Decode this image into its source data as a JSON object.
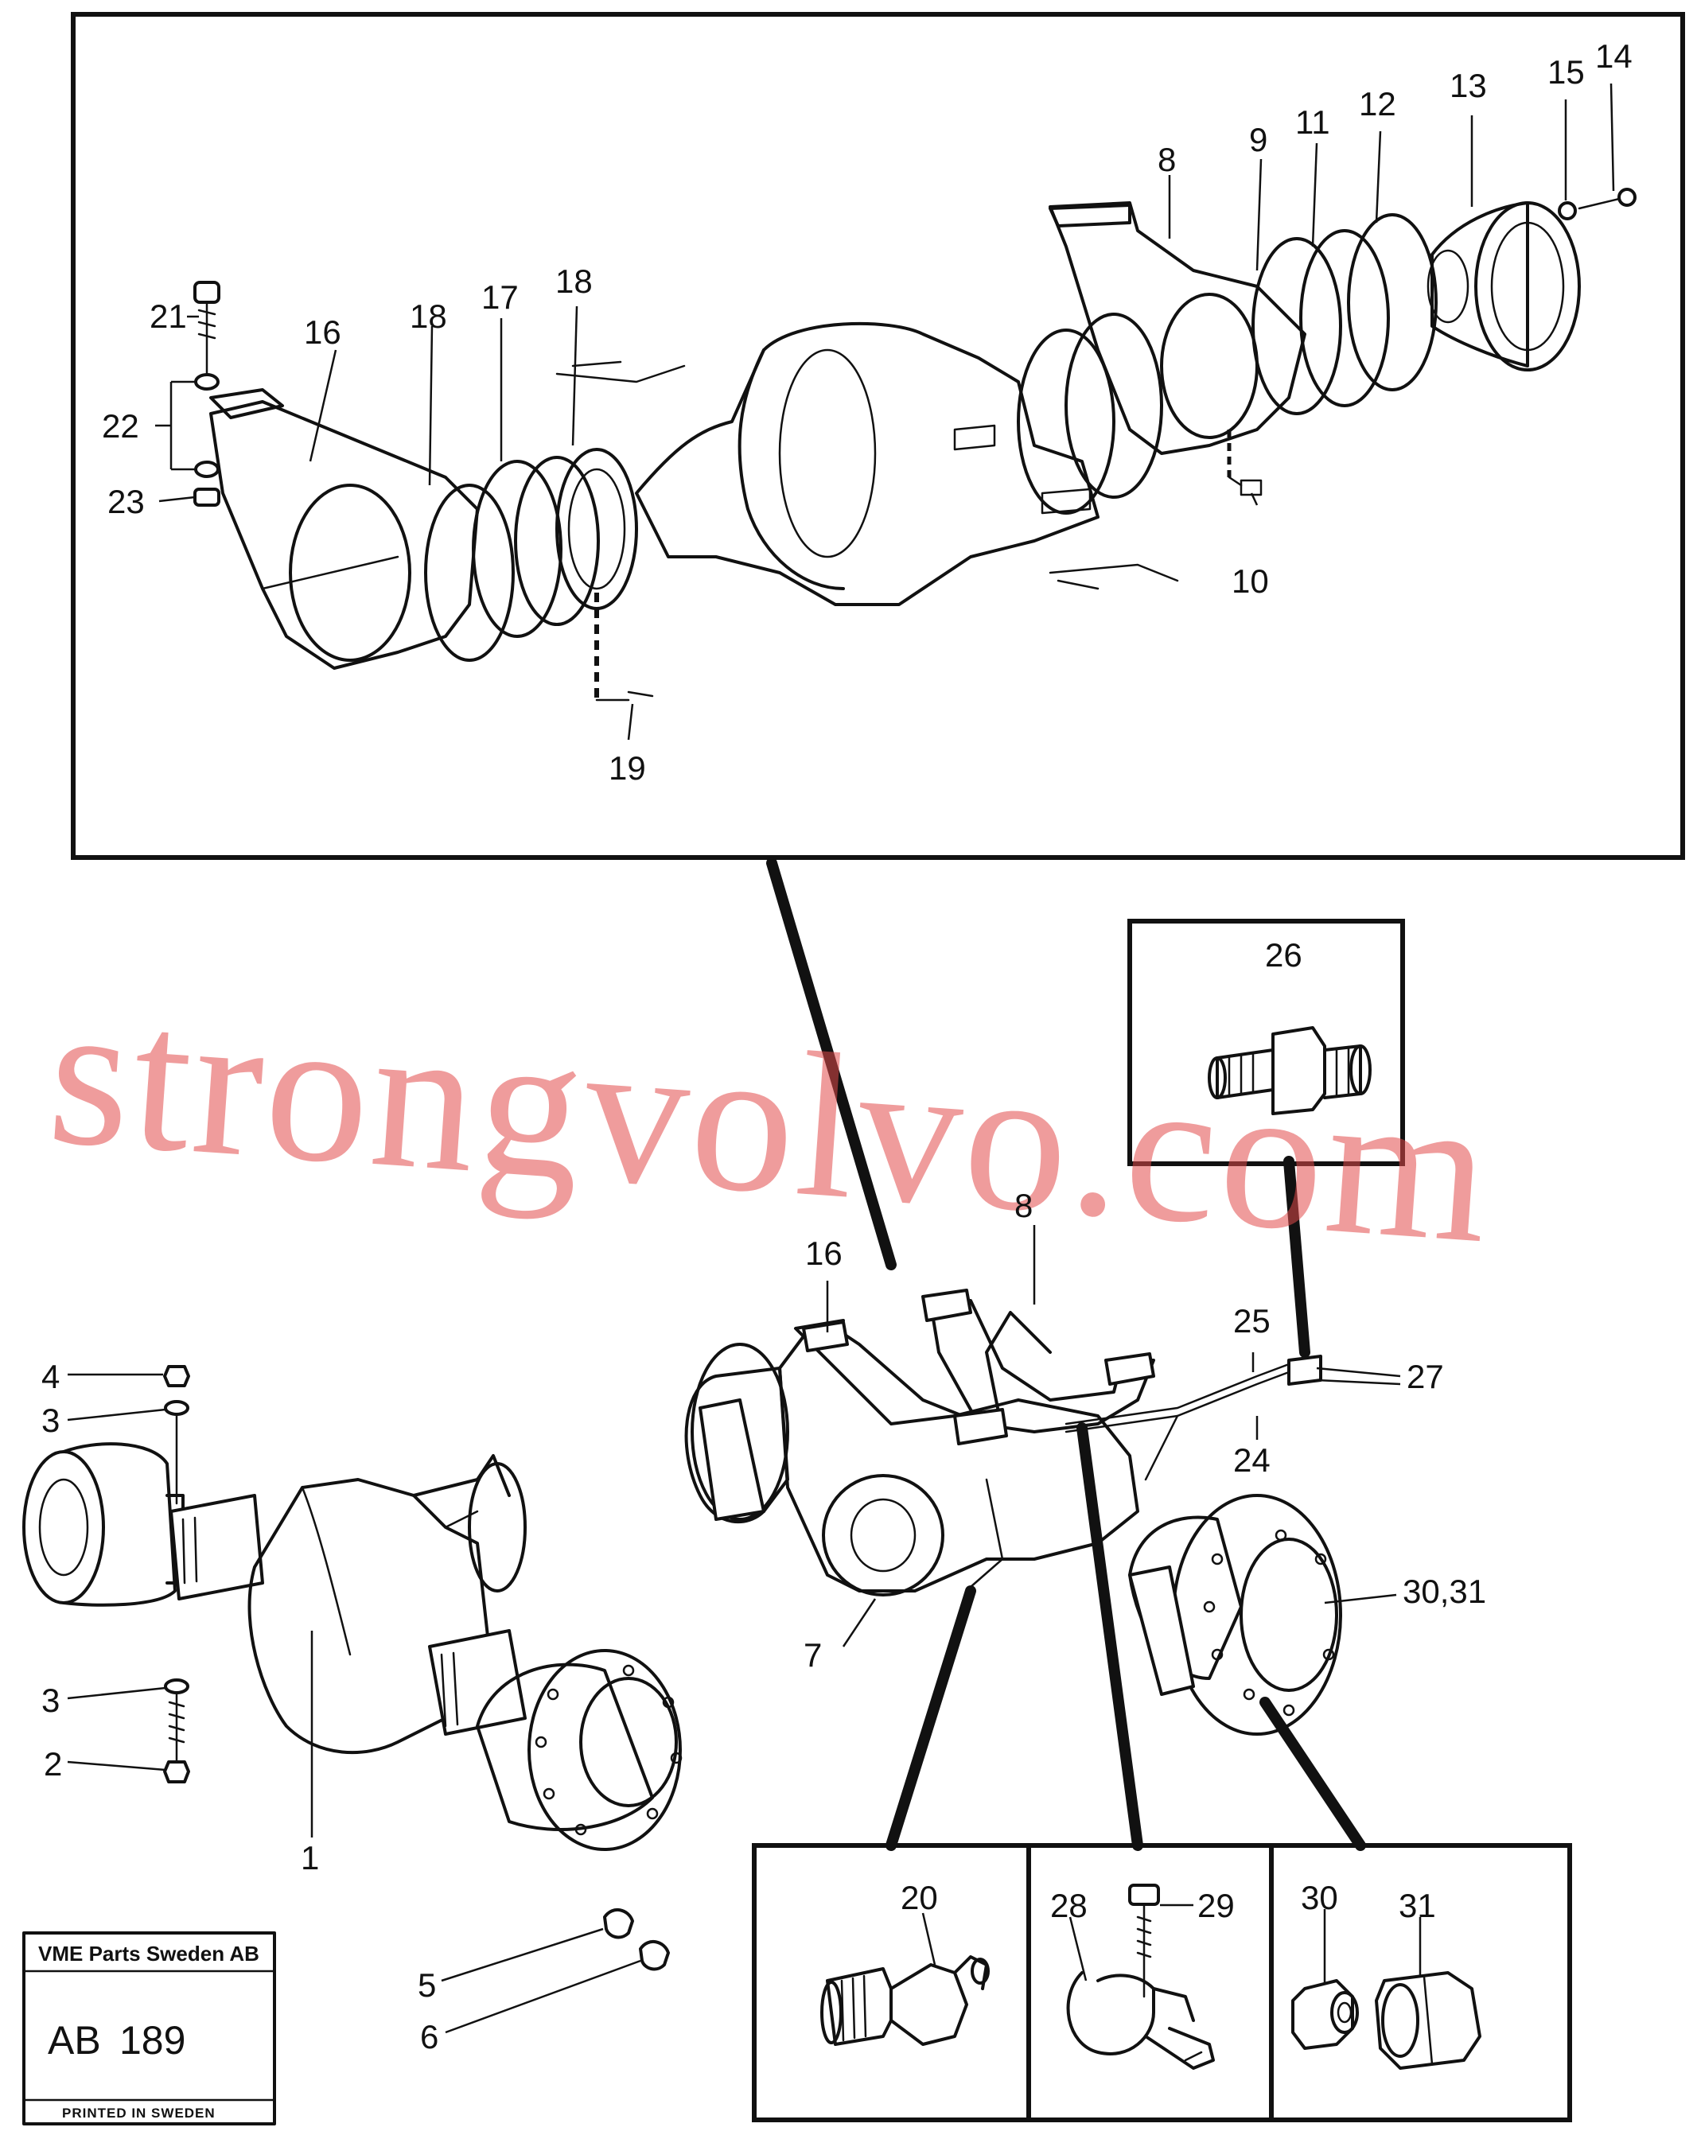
{
  "diagram": {
    "upper_inset_labels": {
      "p21": "21",
      "p16": "16",
      "p18a": "18",
      "p17": "17",
      "p18b": "18",
      "p22": "22",
      "p23": "23",
      "p19": "19",
      "p8": "8",
      "p9": "9",
      "p11": "11",
      "p12": "12",
      "p13": "13",
      "p15": "15",
      "p14": "14",
      "p10": "10"
    },
    "main_labels": {
      "p26": "26",
      "p16": "16",
      "p8": "8",
      "p25": "25",
      "p27": "27",
      "p24": "24",
      "p4": "4",
      "p3a": "3",
      "p3b": "3",
      "p2": "2",
      "p1": "1",
      "p5": "5",
      "p6": "6",
      "p7": "7",
      "p3031": "30,31"
    },
    "detail_labels": {
      "p20": "20",
      "p28": "28",
      "p29": "29",
      "p30": "30",
      "p31": "31"
    }
  },
  "watermark": {
    "text": "strongvolvo.com",
    "color": "#e24b4b"
  },
  "stamp": {
    "company": "VME Parts Sweden AB",
    "code_prefix": "AB",
    "code_number": "189",
    "footer": "PRINTED IN SWEDEN"
  }
}
